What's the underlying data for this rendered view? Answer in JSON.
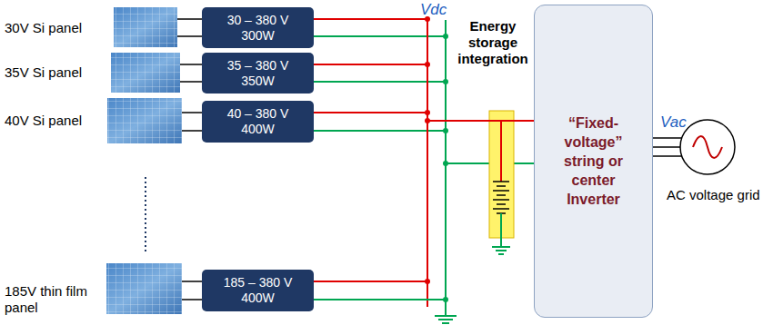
{
  "diagram": {
    "nodes": [
      {
        "text": [
          "30 – 380 V",
          "300W"
        ]
      },
      {
        "text": [
          "35 – 380 V",
          "350W"
        ]
      },
      {
        "text": [
          "40 – 380 V",
          "400W"
        ]
      },
      {
        "text": [
          "185 – 380 V",
          "400W"
        ]
      },
      {
        "text": [
          "“Fixed-voltage” string or center Inverter"
        ]
      }
    ],
    "edges": [
      {
        "from": 0,
        "to": 4,
        "arrow": "none"
      },
      {
        "from": 1,
        "to": 4,
        "arrow": "none"
      },
      {
        "from": 2,
        "to": 4,
        "arrow": "none"
      },
      {
        "from": 3,
        "to": 4,
        "arrow": "none"
      }
    ],
    "labels": [
      "30V Si panel",
      "35V Si panel",
      "40V Si panel",
      "185V thin film panel",
      "Vdc",
      "Energy storage integration",
      "Vac",
      "AC voltage grid"
    ]
  }
}
